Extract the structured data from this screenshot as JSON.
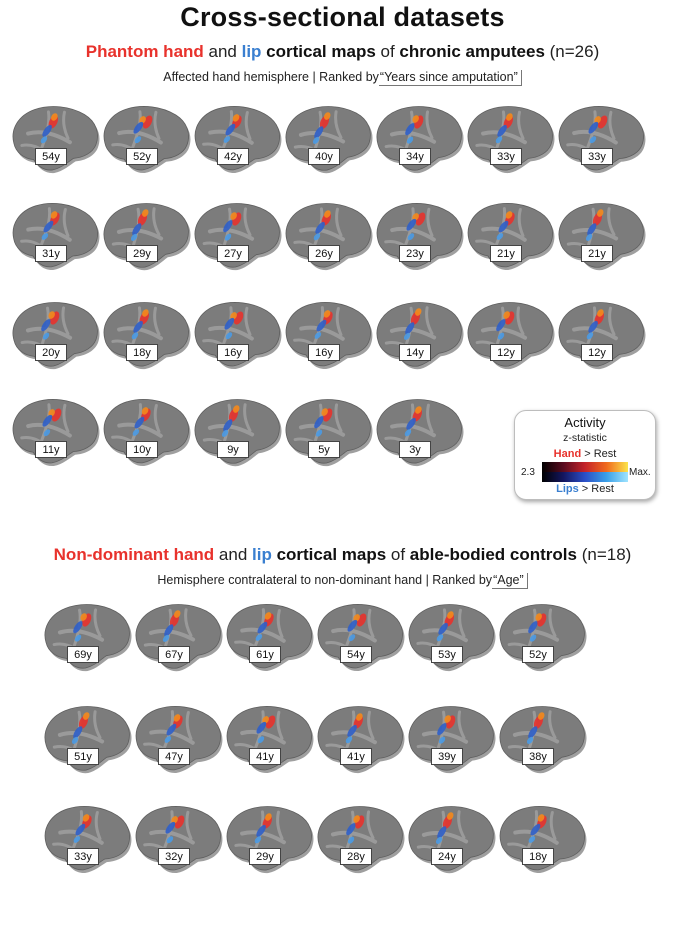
{
  "main_title": "Cross-sectional datasets",
  "section1": {
    "title_part1": "Phantom hand",
    "title_and1": " and ",
    "title_part2": "lip",
    "title_part3": " cortical maps",
    "title_of": " of ",
    "title_part4": "chronic amputees",
    "title_n": " (n=26)",
    "subtitle_prefix": "Affected hand hemisphere | Ranked by",
    "subtitle_ranked": "“Years since amputation”",
    "ages": [
      "54y",
      "52y",
      "42y",
      "40y",
      "34y",
      "33y",
      "33y",
      "31y",
      "29y",
      "27y",
      "26y",
      "23y",
      "21y",
      "21y",
      "20y",
      "18y",
      "16y",
      "16y",
      "14y",
      "12y",
      "12y",
      "11y",
      "10y",
      "9y",
      "5y",
      "3y"
    ]
  },
  "section2": {
    "title_part1": "Non-dominant hand",
    "title_and1": " and ",
    "title_part2": "lip",
    "title_part3": " cortical maps",
    "title_of": " of ",
    "title_part4": "able-bodied controls",
    "title_n": " (n=18)",
    "subtitle_prefix": "Hemisphere contralateral to non-dominant hand | Ranked by",
    "subtitle_ranked": "“Age”",
    "ages": [
      "69y",
      "67y",
      "61y",
      "54y",
      "53y",
      "52y",
      "51y",
      "47y",
      "41y",
      "41y",
      "39y",
      "38y",
      "33y",
      "32y",
      "29y",
      "28y",
      "24y",
      "18y"
    ]
  },
  "legend": {
    "title": "Activity",
    "subtitle": "z-statistic",
    "hand_label": "Hand",
    "hand_suffix": " > Rest",
    "lips_label": "Lips",
    "lips_suffix": " > Rest",
    "min_value": "2.3",
    "max_value": "Max."
  },
  "colors": {
    "hand": "#e8322c",
    "lips": "#3a7fd0",
    "brain_fill": "#7c7c7c",
    "brain_sulci": "#9a9a9a"
  }
}
